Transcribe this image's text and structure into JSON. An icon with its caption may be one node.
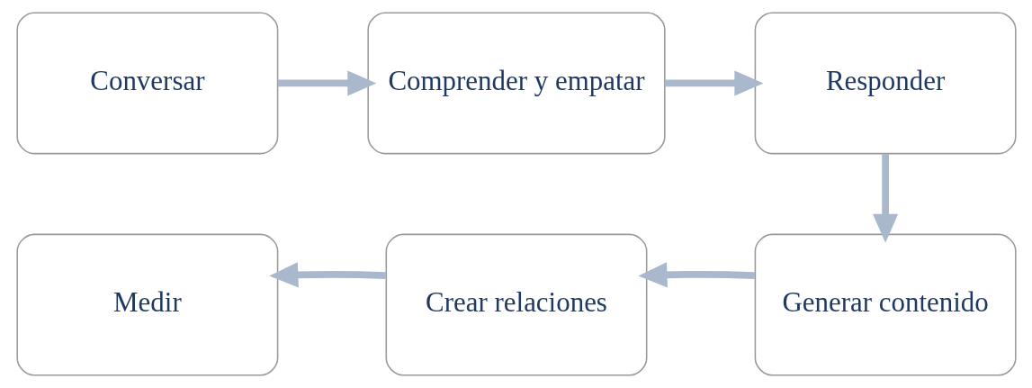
{
  "diagram": {
    "nodes": [
      {
        "text": [
          "Conversar"
        ]
      },
      {
        "text": [
          "Comprender y empatar"
        ]
      },
      {
        "text": [
          "Responder"
        ]
      },
      {
        "text": [
          "Generar contenido"
        ]
      },
      {
        "text": [
          "Crear relaciones"
        ]
      },
      {
        "text": [
          "Medir"
        ]
      }
    ],
    "edges": [
      {
        "from": 0,
        "to": 1,
        "arrow": "to"
      },
      {
        "from": 1,
        "to": 2,
        "arrow": "to"
      },
      {
        "from": 2,
        "to": 3,
        "arrow": "to"
      },
      {
        "from": 3,
        "to": 4,
        "arrow": "to"
      },
      {
        "from": 4,
        "to": 5,
        "arrow": "to"
      }
    ]
  }
}
